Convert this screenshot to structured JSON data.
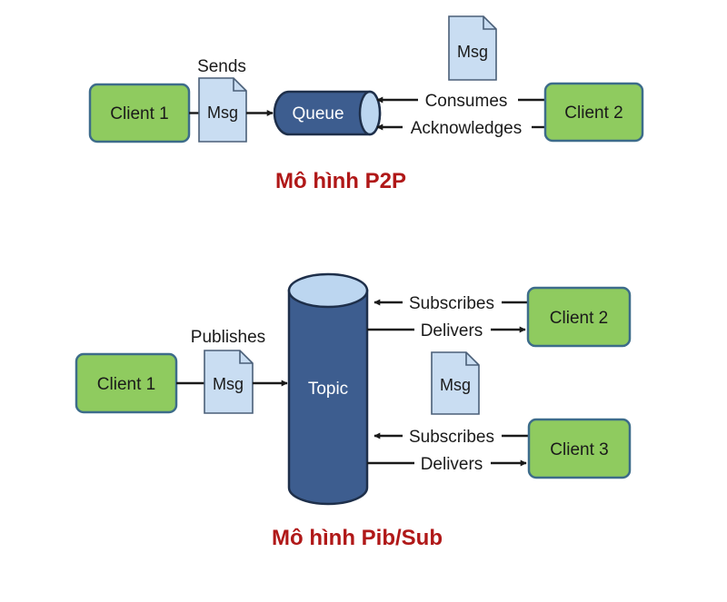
{
  "colors": {
    "client_fill": "#8fcb5f",
    "client_stroke": "#3d6c8a",
    "msg_fill": "#c9ddf2",
    "msg_stroke": "#4a5f78",
    "store_fill": "#3d5d8f",
    "store_top": "#bcd6f0",
    "caption": "#b01818"
  },
  "p2p": {
    "client1": "Client 1",
    "client2": "Client 2",
    "sends_label": "Sends",
    "msg_send": "Msg",
    "msg_floating": "Msg",
    "queue": "Queue",
    "consumes_label": "Consumes",
    "acknowledges_label": "Acknowledges",
    "caption": "Mô hình P2P"
  },
  "pubsub": {
    "client1": "Client 1",
    "client2": "Client 2",
    "client3": "Client 3",
    "publishes_label": "Publishes",
    "msg_publish": "Msg",
    "msg_floating": "Msg",
    "topic": "Topic",
    "subscribes_label_1": "Subscribes",
    "delivers_label_1": "Delivers",
    "subscribes_label_2": "Subscribes",
    "delivers_label_2": "Delivers",
    "caption": "Mô hình Pib/Sub"
  }
}
